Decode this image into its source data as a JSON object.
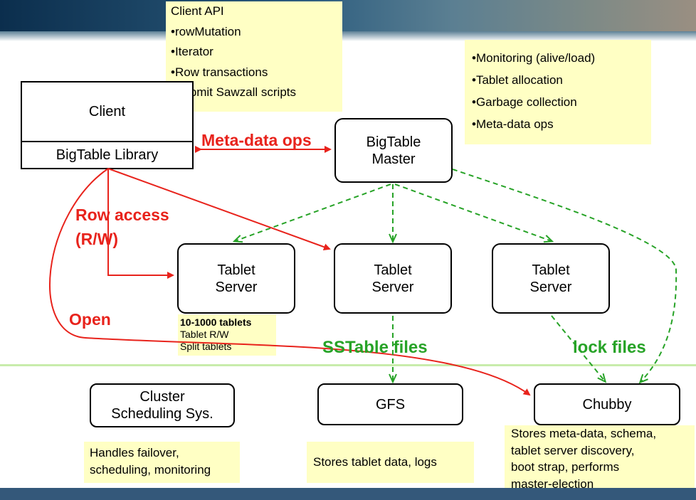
{
  "client_api": {
    "title": "Client API",
    "items": [
      "•rowMutation",
      "•Iterator",
      "•Row transactions",
      "•Submit Sawzall scripts"
    ]
  },
  "master_duties": {
    "items": [
      "•Monitoring (alive/load)",
      "•Tablet allocation",
      "•Garbage collection",
      "•Meta-data ops"
    ]
  },
  "client": {
    "label": "Client",
    "library": "BigTable Library"
  },
  "master": {
    "line1": "BigTable",
    "line2": "Master"
  },
  "tablet_server": {
    "line1": "Tablet",
    "line2": "Server"
  },
  "tablet_info": {
    "bold": "10-1000 tablets",
    "line2": "Tablet R/W",
    "line3": "Split tablets"
  },
  "labels": {
    "meta_ops": "Meta-data ops",
    "row_access_1": "Row access",
    "row_access_2": "(R/W)",
    "open": "Open",
    "sstable": "SSTable files",
    "lock": "lock files"
  },
  "bottom_boxes": {
    "cluster_line1": "Cluster",
    "cluster_line2": "Scheduling Sys.",
    "gfs": "GFS",
    "chubby": "Chubby"
  },
  "bottom_notes": {
    "cluster_1": "Handles failover,",
    "cluster_2": "scheduling, monitoring",
    "gfs": "Stores tablet data, logs",
    "chubby_1": "Stores meta-data, schema,",
    "chubby_2": "tablet server discovery,",
    "chubby_3": "boot strap, performs",
    "chubby_4": "master-election"
  },
  "colors": {
    "red": "#e8231c",
    "green": "#27a327",
    "note_bg": "#ffffc4",
    "footer": "#34587a"
  }
}
